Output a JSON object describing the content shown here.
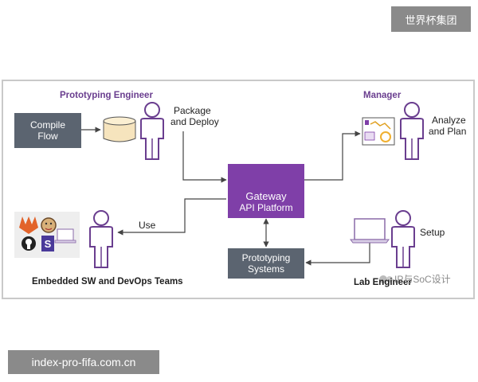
{
  "watermark_top": "世界杯集团",
  "watermark_bottom": "index-pro-fifa.com.cn",
  "overlay_text": "IP与SoC设计",
  "diagram": {
    "roles": {
      "prototyping_engineer": "Prototyping Engineer",
      "manager": "Manager",
      "embedded_teams": "Embedded SW and DevOps Teams",
      "lab_engineer": "Lab Engineer"
    },
    "boxes": {
      "compile_flow": [
        "Compile",
        "Flow"
      ],
      "gateway": [
        "Gateway",
        "API Platform"
      ],
      "prototyping_systems": [
        "Prototyping",
        "Systems"
      ]
    },
    "actions": {
      "package_deploy": [
        "Package",
        "and Deploy"
      ],
      "analyze_plan": [
        "Analyze",
        "and Plan"
      ],
      "use": "Use",
      "setup": "Setup"
    },
    "colors": {
      "accent_purple": "#7f3fa8",
      "box_gray": "#5b6470",
      "db_fill": "#f6e4bd",
      "person_stroke": "#6a3e8f"
    }
  }
}
